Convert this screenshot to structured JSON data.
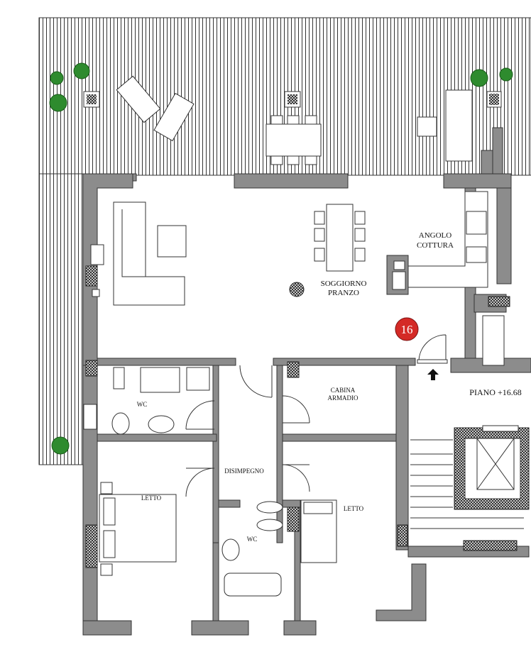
{
  "rooms": {
    "living": [
      "SOGGIORNO",
      "PRANZO"
    ],
    "kitchen": [
      "ANGOLO",
      "COTTURA"
    ],
    "closet": [
      "CABINA",
      "ARMADIO"
    ],
    "wc_top": "WC",
    "wc_bottom": "WC",
    "hall": "DISIMPEGNO",
    "bedroom_left": "LETTO",
    "bedroom_right": "LETTO"
  },
  "unit_badge": {
    "number": "16",
    "color": "#d42a26"
  },
  "floor_level": "PIANO +16.68",
  "colors": {
    "wall": "#8c8c8c",
    "outline": "#333333",
    "plant": "#2e8b2e"
  }
}
